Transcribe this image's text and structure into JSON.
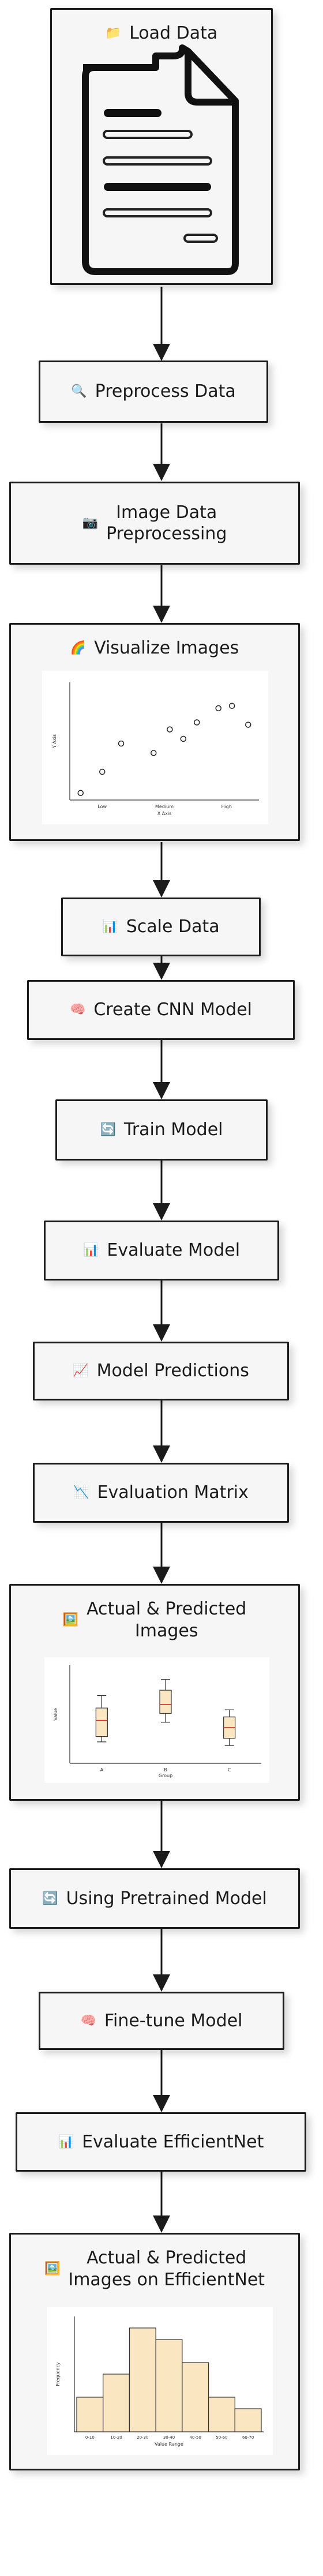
{
  "flow": {
    "load_data": {
      "icon": "folder-icon",
      "glyph": "📁",
      "label": "Load Data"
    },
    "preprocess_data": {
      "icon": "magnifier-icon",
      "glyph": "🔍",
      "label": "Preprocess Data"
    },
    "image_preprocessing": {
      "icon": "camera-icon",
      "glyph": "📷",
      "label": "Image Data\nPreprocessing"
    },
    "visualize_images": {
      "icon": "rainbow-icon",
      "glyph": "🌈",
      "label": "Visualize Images"
    },
    "scale_data": {
      "icon": "bar-chart-icon",
      "glyph": "📊",
      "label": "Scale Data"
    },
    "create_cnn": {
      "icon": "brain-icon",
      "glyph": "🧠",
      "label": "Create CNN Model"
    },
    "train_model": {
      "icon": "cycle-icon",
      "glyph": "🔄",
      "label": "Train Model"
    },
    "evaluate_model": {
      "icon": "bar-chart-icon",
      "glyph": "📊",
      "label": "Evaluate Model"
    },
    "model_predictions": {
      "icon": "chart-increasing-icon",
      "glyph": "📈",
      "label": "Model Predictions"
    },
    "evaluation_matrix": {
      "icon": "chart-decreasing-icon",
      "glyph": "📉",
      "label": "Evaluation Matrix"
    },
    "actual_predicted": {
      "icon": "picture-icon",
      "glyph": "🖼️",
      "label": "Actual & Predicted\nImages"
    },
    "pretrained_model": {
      "icon": "cycle-icon",
      "glyph": "🔄",
      "label": "Using Pretrained Model"
    },
    "fine_tune": {
      "icon": "brain-icon",
      "glyph": "🧠",
      "label": "Fine-tune Model"
    },
    "evaluate_efficientnet": {
      "icon": "bar-chart-icon",
      "glyph": "📊",
      "label": "Evaluate EfficientNet"
    },
    "actual_predicted_efficientnet": {
      "icon": "picture-icon",
      "glyph": "🖼️",
      "label": "Actual & Predicted\nImages on EfficientNet"
    }
  },
  "chart_data": [
    {
      "type": "scatter",
      "xlabel": "X Axis",
      "ylabel": "Y Axis",
      "categories": [
        "Low",
        "Medium",
        "High"
      ],
      "x": [
        0.2,
        0.6,
        0.95,
        1.55,
        1.85,
        2.1,
        2.35,
        2.75,
        3.0,
        3.3
      ],
      "y": [
        0.3,
        1.2,
        2.4,
        2.0,
        3.0,
        2.6,
        3.3,
        3.9,
        4.0,
        3.2
      ],
      "ylim": [
        0,
        5
      ]
    },
    {
      "type": "box",
      "xlabel": "Group",
      "ylabel": "Value",
      "categories": [
        "A",
        "B",
        "C"
      ],
      "boxes": [
        {
          "whisker_low": 2.7,
          "q1": 3.0,
          "median": 3.9,
          "q3": 4.6,
          "whisker_high": 5.3
        },
        {
          "whisker_low": 3.8,
          "q1": 4.3,
          "median": 4.8,
          "q3": 5.6,
          "whisker_high": 6.2
        },
        {
          "whisker_low": 2.5,
          "q1": 2.9,
          "median": 3.5,
          "q3": 4.1,
          "whisker_high": 4.5
        }
      ],
      "ylim": [
        1.5,
        7
      ]
    },
    {
      "type": "histogram",
      "xlabel": "Value Range",
      "ylabel": "Frequency",
      "categories": [
        "0-10",
        "10-20",
        "20-30",
        "30-40",
        "40-50",
        "50-60",
        "60-70"
      ],
      "values": [
        3,
        5,
        9,
        8,
        6,
        3,
        2
      ],
      "ylim": [
        0,
        10
      ]
    }
  ]
}
